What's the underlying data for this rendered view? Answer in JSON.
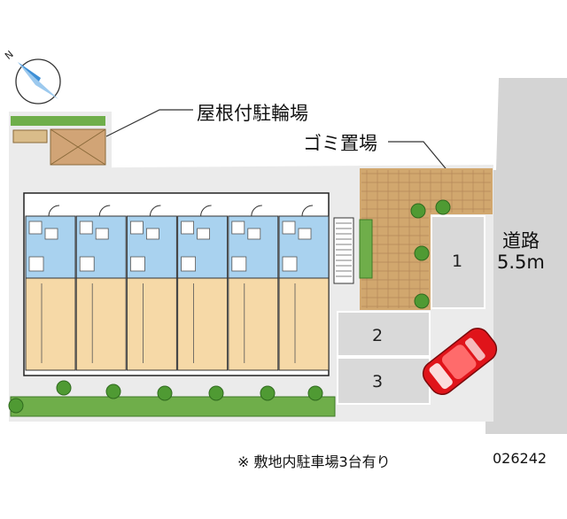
{
  "labels": {
    "bicycle_parking": "屋根付駐輪場",
    "garbage_area": "ゴミ置場",
    "road_name": "道路",
    "road_width": "5.5m",
    "note": "※ 敷地内駐車場3台有り",
    "property_code": "026242"
  },
  "compass": {
    "north_letter": "N"
  },
  "parking_spaces": [
    "1",
    "2",
    "3"
  ],
  "colors": {
    "road": "#d4d4d4",
    "site": "#ebebeb",
    "building": "#f6d9a7",
    "bathroom": "#a9d2ef",
    "garbage": "#d1a76e",
    "bicycle_roof": "#d1a476",
    "hedge": "#6fae4a",
    "car": "#e0141a"
  },
  "units": 6
}
